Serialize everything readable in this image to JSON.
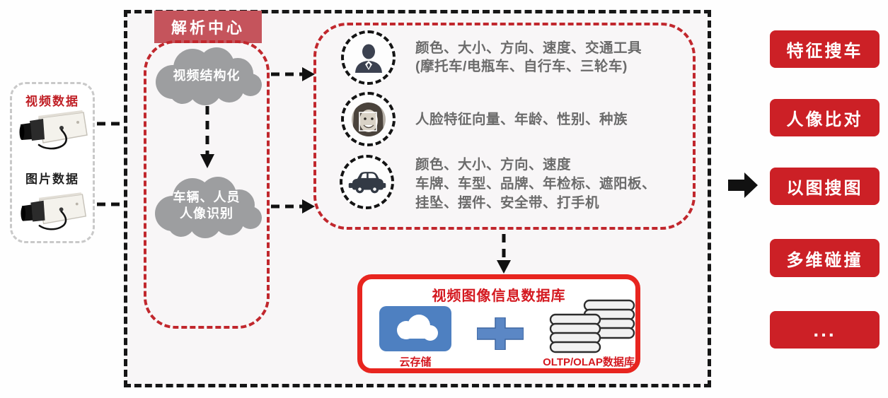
{
  "colors": {
    "accent_red": "#cc2026",
    "tag_red": "#c5545c",
    "dashed_red": "#c1272d",
    "cloud_gray": "#9d9ea0",
    "attr_text_gray": "#6b6b6b",
    "storage_blue": "#4e80c1"
  },
  "sources": {
    "video_label": "视频数据",
    "image_label": "图片数据"
  },
  "analysis_center": {
    "tag_label": "解析中心",
    "cloud_video_structuring": "视频结构化",
    "cloud_recognition_line1": "车辆、人员",
    "cloud_recognition_line2": "人像识别"
  },
  "attributes": {
    "pedestrian_line1": "颜色、大小、方向、速度、交通工具",
    "pedestrian_line2": "(摩托车/电瓶车、自行车、三轮车)",
    "face_line1": "人脸特征向量、年龄、性别、种族",
    "vehicle_line1": "颜色、大小、方向、速度",
    "vehicle_line2": "车牌、车型、品牌、年检标、遮阳板、",
    "vehicle_line3": "挂坠、摆件、安全带、打手机"
  },
  "database": {
    "title": "视频图像信息数据库",
    "cloud_storage_label": "云存储",
    "oltp_olap_label": "OLTP/OLAP数据库"
  },
  "applications": [
    "特征搜车",
    "人像比对",
    "以图搜图",
    "多维碰撞",
    "..."
  ]
}
